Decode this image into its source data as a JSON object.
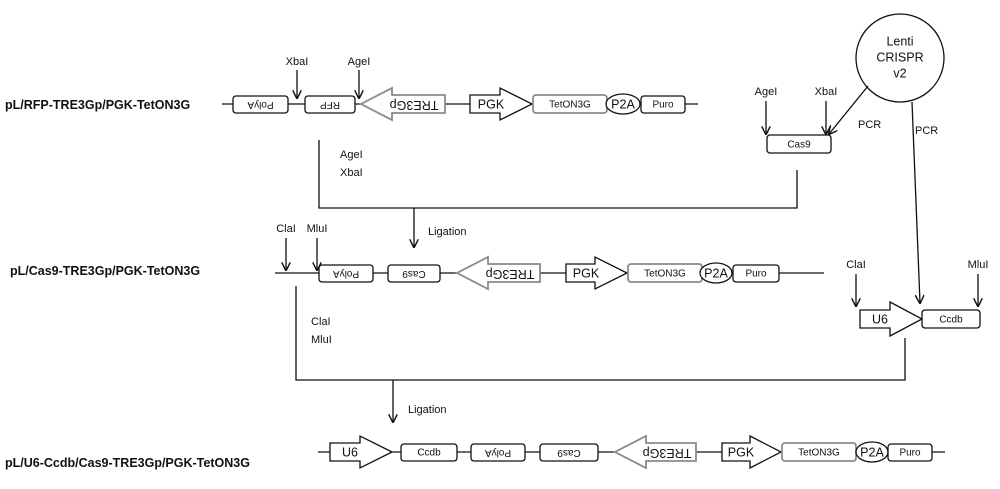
{
  "constructs": {
    "c1": "pL/RFP-TRE3Gp/PGK-TetON3G",
    "c2": "pL/Cas9-TRE3Gp/PGK-TetON3G",
    "c3": "pL/U6-Ccdb/Cas9-TRE3Gp/PGK-TetON3G"
  },
  "elements": {
    "polya": "PolyA",
    "rfp": "RFP",
    "tre3gp": "TRE3Gp",
    "pgk": "PGK",
    "teton3g": "TetON3G",
    "p2a": "P2A",
    "puro": "Puro",
    "cas9": "Cas9",
    "u6": "U6",
    "ccdb": "Ccdb"
  },
  "enzymes": {
    "xbai": "XbaI",
    "agei": "AgeI",
    "clai": "ClaI",
    "mlui": "MluI"
  },
  "steps": {
    "ligation": "Ligation",
    "pcr": "PCR"
  },
  "lenti": {
    "line1": "Lenti",
    "line2": "CRISPR",
    "line3": "v2"
  }
}
